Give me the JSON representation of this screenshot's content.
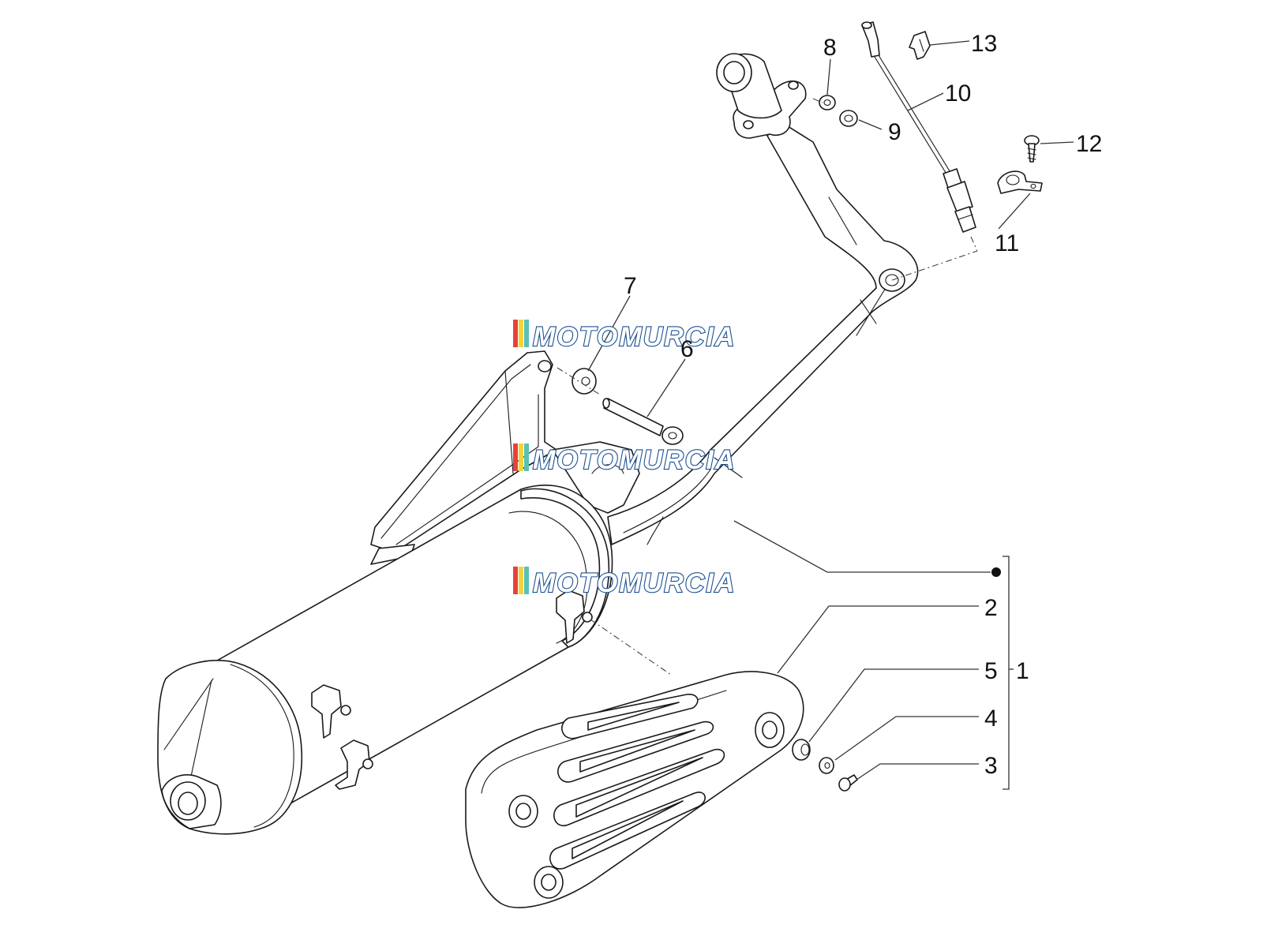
{
  "callouts": {
    "c1": "1",
    "c2": "2",
    "c3": "3",
    "c4": "4",
    "c5": "5",
    "c6": "6",
    "c7": "7",
    "c8": "8",
    "c9": "9",
    "c10": "10",
    "c11": "11",
    "c12": "12",
    "c13": "13"
  },
  "watermark": {
    "text": "MOTOMURCIA",
    "stripe_colors": [
      "#e8413c",
      "#f2d43a",
      "#5cc0b5"
    ]
  }
}
